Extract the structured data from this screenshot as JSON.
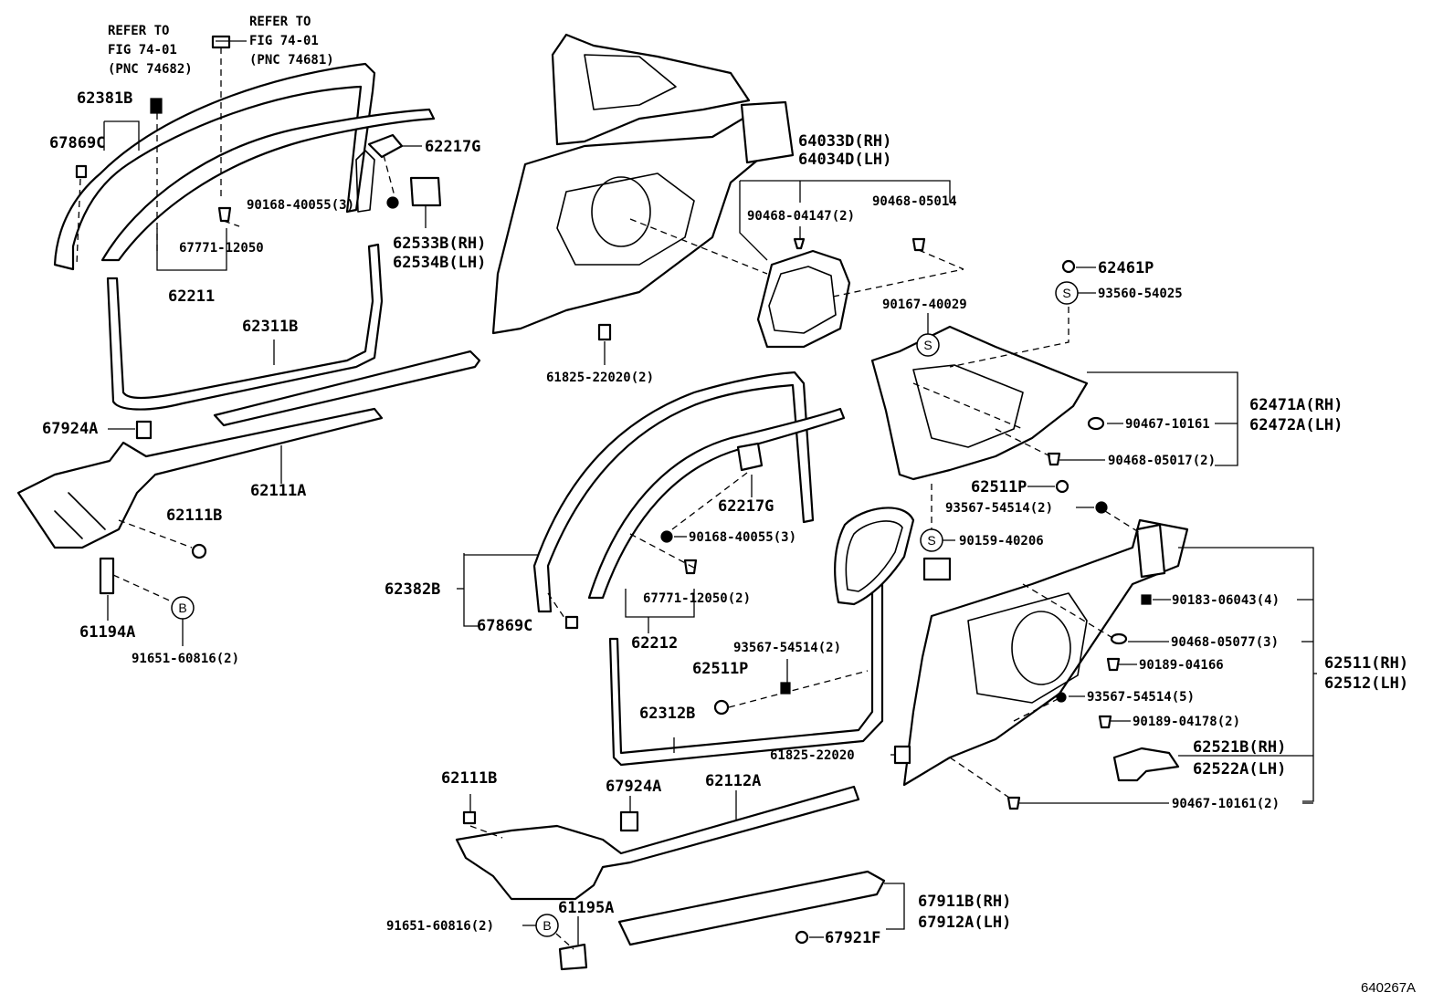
{
  "figure_code": "640267A",
  "refs": {
    "ref1": [
      "REFER TO",
      "FIG 74-01",
      "(PNC 74682)"
    ],
    "ref2": [
      "REFER TO",
      "FIG 74-01",
      "(PNC 74681)"
    ]
  },
  "circle_symbols": {
    "b": "B",
    "s": "S"
  },
  "parts": {
    "p62381B": "62381B",
    "p67869C_a": "67869C",
    "p62217G_a": "62217G",
    "p90168_a": "90168-40055(3)",
    "p62533B": "62533B(RH)",
    "p62534B": "62534B(LH)",
    "p67771_a": "67771-12050",
    "p62211": "62211",
    "p62311B": "62311B",
    "p67924A_a": "67924A",
    "p62111A": "62111A",
    "p62111B_a": "62111B",
    "p61194A": "61194A",
    "p91651_a": "91651-60816(2)",
    "p64033D": "64033D(RH)",
    "p64034D": "64034D(LH)",
    "p90468_04147": "90468-04147(2)",
    "p90468_05014": "90468-05014",
    "p90167_40029": "90167-40029",
    "p61825_a": "61825-22020(2)",
    "p62461P": "62461P",
    "p93560_54025": "93560-54025",
    "p62471A": "62471A(RH)",
    "p62472A": "62472A(LH)",
    "p90467_10161_a": "90467-10161",
    "p90468_05017": "90468-05017(2)",
    "p62511P_a": "62511P",
    "p93567_a": "93567-54514(2)",
    "p90159_40206": "90159-40206",
    "p62217G_b": "62217G",
    "p90168_b": "90168-40055(3)",
    "p62382B": "62382B",
    "p67869C_b": "67869C",
    "p67771_b": "67771-12050(2)",
    "p62212": "62212",
    "p93567_b": "93567-54514(2)",
    "p62511P_b": "62511P",
    "p62312B": "62312B",
    "p61825_b": "61825-22020",
    "p90183_06043": "90183-06043(4)",
    "p90468_05077": "90468-05077(3)",
    "p90189_04166": "90189-04166",
    "p62511": "62511(RH)",
    "p62512": "62512(LH)",
    "p93567_c": "93567-54514(5)",
    "p90189_04178": "90189-04178(2)",
    "p62521B": "62521B(RH)",
    "p62522A": "62522A(LH)",
    "p90467_10161_b": "90467-10161(2)",
    "p62111B_b": "62111B",
    "p67924A_b": "67924A",
    "p62112A": "62112A",
    "p91651_b": "91651-60816(2)",
    "p61195A": "61195A",
    "p67911B": "67911B(RH)",
    "p67912A": "67912A(LH)",
    "p67921F": "67921F"
  }
}
